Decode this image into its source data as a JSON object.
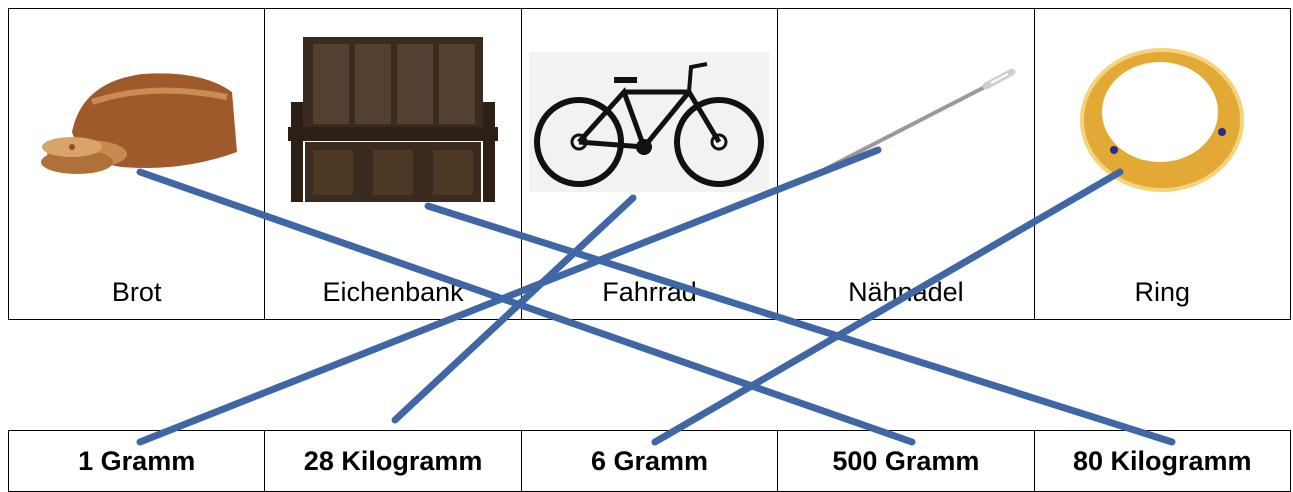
{
  "items": [
    {
      "label": "Brot",
      "icon": "bread-icon"
    },
    {
      "label": "Eichenbank",
      "icon": "oak-bench-icon"
    },
    {
      "label": "Fahrrad",
      "icon": "bicycle-icon"
    },
    {
      "label": "Nähnadel",
      "icon": "sewing-needle-icon"
    },
    {
      "label": "Ring",
      "icon": "ring-icon"
    }
  ],
  "weights": [
    "1 Gramm",
    "28 Kilogramm",
    "6 Gramm",
    "500 Gramm",
    "80 Kilogramm"
  ],
  "connections": [
    {
      "item": "Brot",
      "weight": "500 Gramm"
    },
    {
      "item": "Eichenbank",
      "weight": "80 Kilogramm"
    },
    {
      "item": "Fahrrad",
      "weight": "28 Kilogramm"
    },
    {
      "item": "Nähnadel",
      "weight": "1 Gramm"
    },
    {
      "item": "Ring",
      "weight": "6 Gramm"
    }
  ],
  "colors": {
    "line": "#3f67a6"
  }
}
